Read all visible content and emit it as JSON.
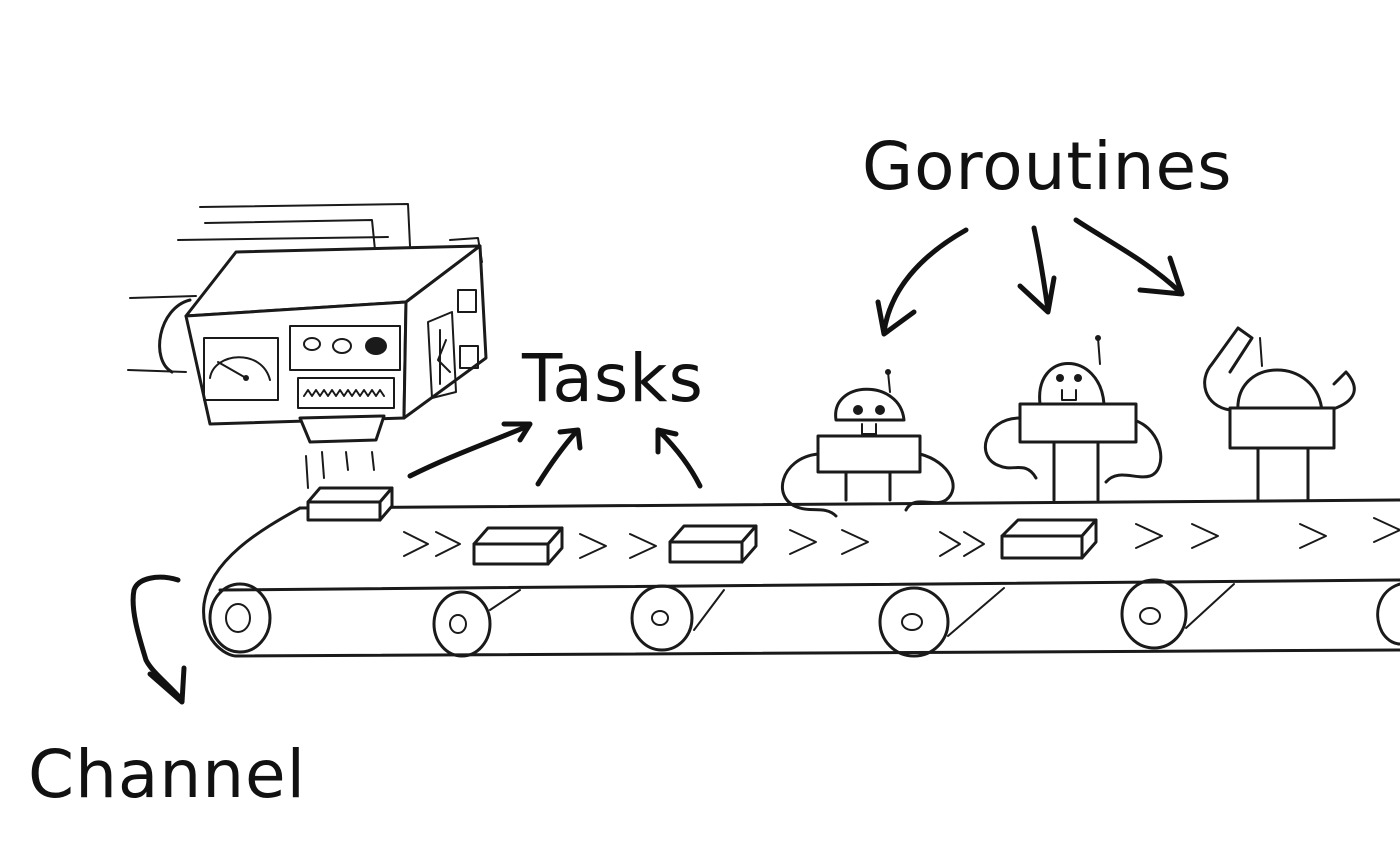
{
  "labels": {
    "tasks": "Tasks",
    "goroutines": "Goroutines",
    "channel": "Channel"
  },
  "illustration": {
    "machine_icon": "task-producer-machine",
    "robot_icon": "goroutine-robot",
    "task_icon": "task-box",
    "belt_icon": "conveyor-belt"
  },
  "colors": {
    "ink": "#1a1a1a",
    "background": "#ffffff"
  }
}
